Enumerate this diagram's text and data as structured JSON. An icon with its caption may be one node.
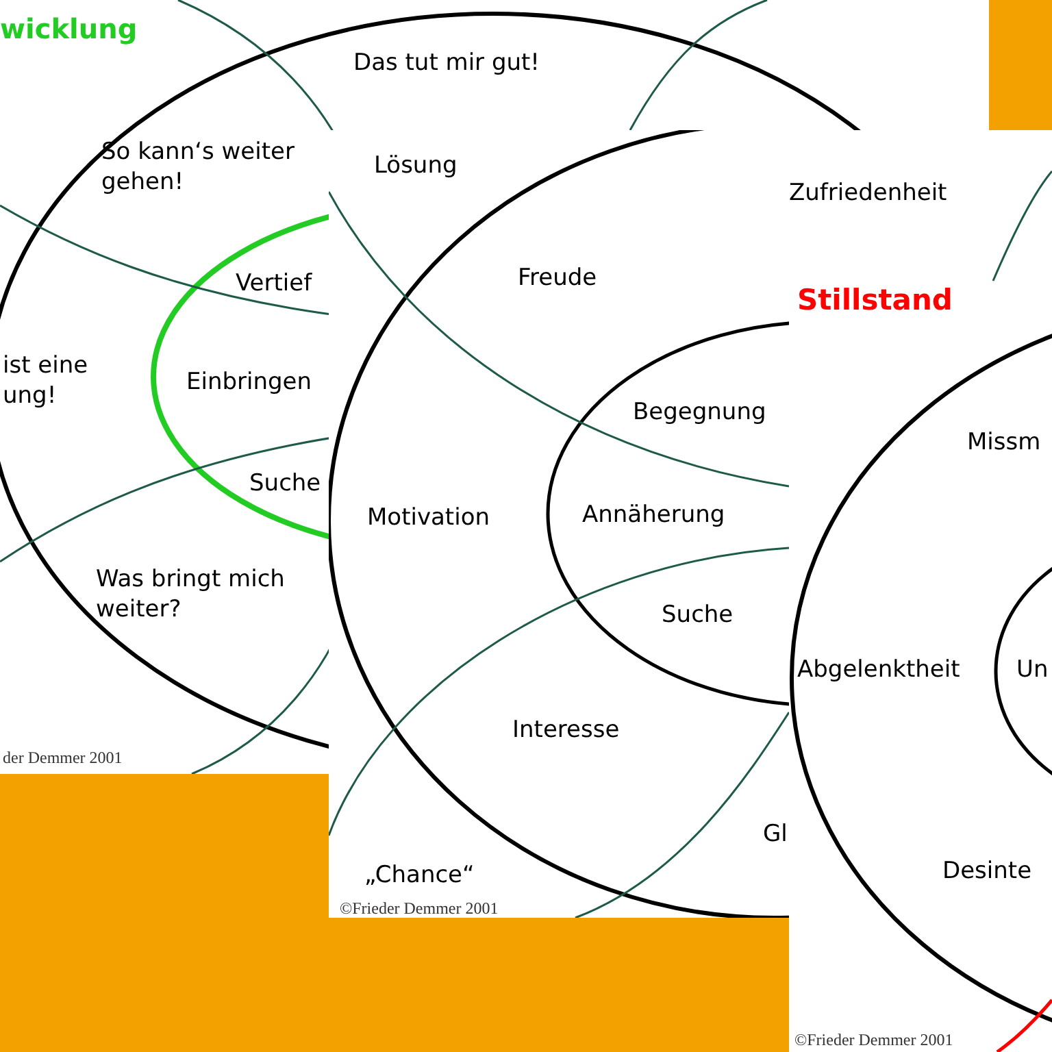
{
  "diagram": {
    "labels": [
      "wicklung",
      "Das tut mir gut!",
      "So kann‘s weiter gehen!",
      "Lösung",
      "Zufriedenheit",
      "Freude",
      "Vertief",
      "Stillstand",
      "ist eine ung!",
      "Einbringen",
      "Begegnung",
      "Missm",
      "Suche",
      "Motivation",
      "Annäherung",
      "Was bringt mich weiter?",
      "Suche",
      "Abgelenktheit",
      "Un",
      "Interesse",
      "der Demmer 2001",
      "Gl",
      "Desinte",
      "„Chance“",
      "©Frieder Demmer 2001",
      "©Frieder Demmer 2001"
    ]
  }
}
